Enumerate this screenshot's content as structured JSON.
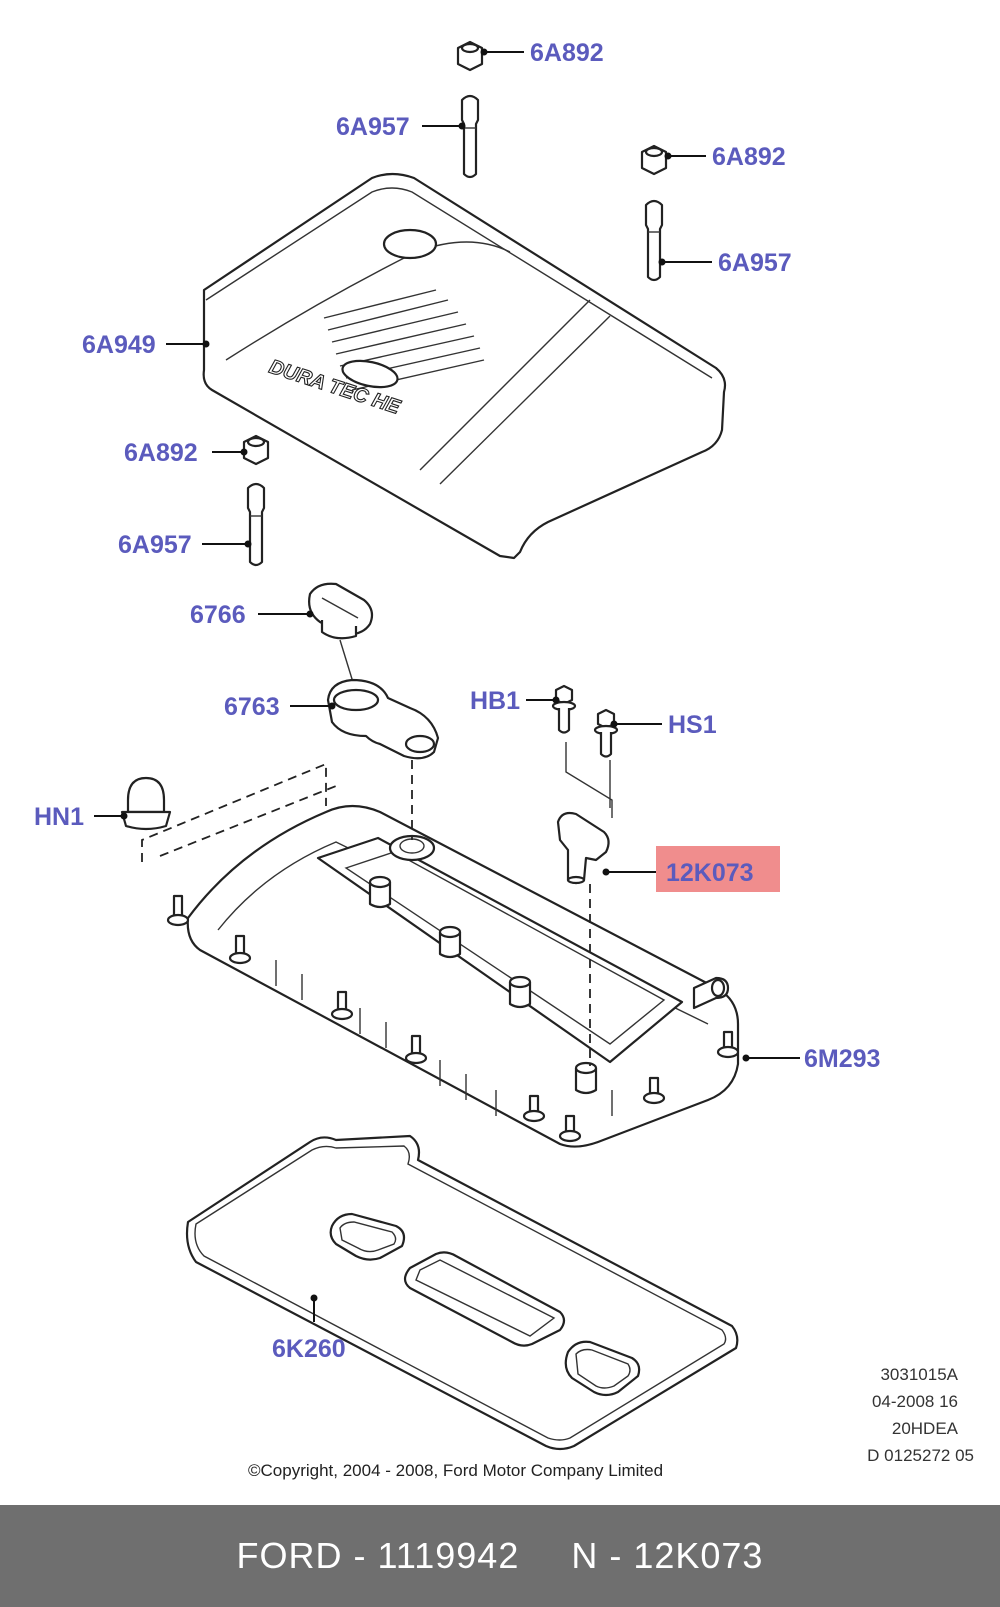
{
  "callouts": {
    "c1": "6A892",
    "c2": "6A957",
    "c3": "6A892",
    "c4": "6A957",
    "c5": "6A949",
    "c6": "6A892",
    "c7": "6A957",
    "c8": "6766",
    "c9": "6763",
    "c10": "HB1",
    "c11": "HS1",
    "c12": "HN1",
    "c13": "12K073",
    "c14": "6M293",
    "c15": "6K260"
  },
  "highlight_color": "#f08d8d",
  "meta": {
    "line1": "3031015A",
    "line2": "04-2008 16",
    "line3": "20HDEA",
    "line4": "D 0125272 05"
  },
  "copyright": "©Copyright, 2004 - 2008, Ford Motor Company Limited",
  "cover_text": "DURA TEC HE",
  "footer": {
    "brand_part": "FORD - 1119942",
    "oe_part": "N - 12K073"
  }
}
